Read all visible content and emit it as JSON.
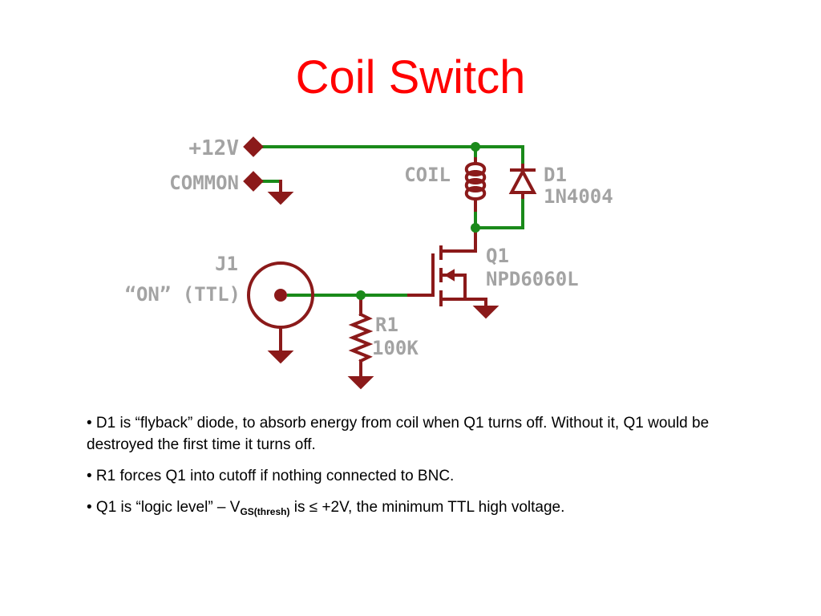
{
  "slide": {
    "title": "Coil Switch"
  },
  "schematic": {
    "labels": {
      "supply": "+12V",
      "common": "COMMON",
      "coil": "COIL",
      "d1_ref": "D1",
      "d1_part": "1N4004",
      "q1_ref": "Q1",
      "q1_part": "NPD6060L",
      "j1_ref": "J1",
      "j1_desc": "“ON” (TTL)",
      "r1_ref": "R1",
      "r1_value": "100K"
    },
    "colors": {
      "wire": "#1a8a1a",
      "component": "#8b1a1a",
      "label": "#a3a3a3",
      "junction": "#1a8a1a"
    }
  },
  "bullets": [
    {
      "text": "• D1 is “flyback” diode, to absorb energy from coil when Q1 turns off.  Without it, Q1 would be destroyed the first time it turns off."
    },
    {
      "text": "• R1 forces Q1 into cutoff if nothing connected to BNC."
    },
    {
      "prefix": "• Q1 is “logic level” – V",
      "subscript": "GS(thresh)",
      "suffix": " is ≤ +2V, the minimum TTL high voltage."
    }
  ]
}
